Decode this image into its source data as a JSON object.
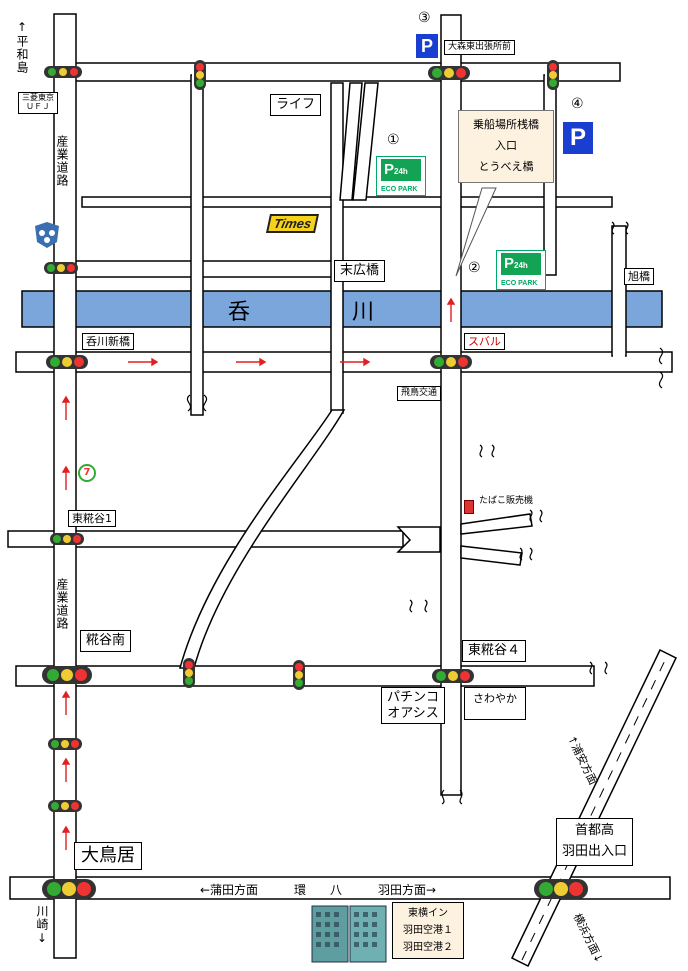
{
  "labels": {
    "heiwajima": "↑平和島",
    "kawasaki": "川崎↓",
    "sangyo_doro_upper": "産業道路",
    "sangyo_doro_lower": "産業道路",
    "bank": "三菱東京\nＵＦＪ",
    "life": "ライフ",
    "times": "Times",
    "suehirobashi": "末広橋",
    "kagawa_river": "呑　川",
    "kagawa_shinbashi": "呑川新橋",
    "subaru": "スバル",
    "asahibashi": "旭橋",
    "hidori_kotsu": "飛鳥交通",
    "seven_eleven": "7",
    "tabako": "たばこ販売機",
    "higashi_koujiya_1": "東糀谷1",
    "koujiya_minami": "糀谷南",
    "higashi_koujiya_4": "東糀谷４",
    "pachinko": "パチンコ\nオアシス",
    "sawayaka": "さわやか",
    "oomorihigashi": "大森東出張所前",
    "ootorii": "大鳥居",
    "kanpachi": "←蒲田方面　　　環　　八　　　羽田方面→",
    "shutoko": "首都高\n羽田出入口",
    "to_kamata_dir": "←蒲田方面",
    "to_urayasu": "↑浦安方面",
    "to_yokohama": "横浜方面↓",
    "hotel": "東横イン\n羽田空港１\n羽田空港２"
  },
  "callout": {
    "line1": "乗船場所桟橋",
    "line2": "入口",
    "line3": "とうべえ橋"
  },
  "parking": {
    "p1_num": "①",
    "p2_num": "②",
    "p3_num": "③",
    "p4_num": "④",
    "p_letter": "P",
    "p24": "24h",
    "ecopark": "ECO PARK"
  },
  "colors": {
    "river": "#7aa6dc",
    "parking_blue": "#1a3fd0",
    "road_border": "#000000",
    "arrow_red": "#e02020",
    "park_green": "#12a454"
  }
}
